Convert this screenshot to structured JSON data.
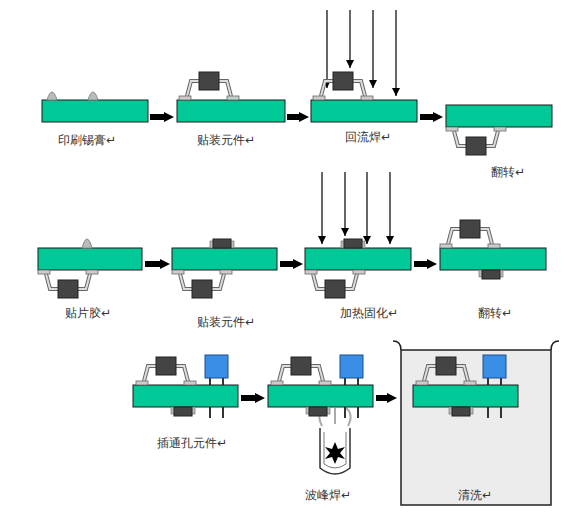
{
  "diagram": {
    "nodes": [
      {
        "text": [
          "印刷锡膏↵"
        ]
      },
      {
        "text": [
          "贴装元件↵"
        ]
      },
      {
        "text": [
          "回流焊↵"
        ]
      },
      {
        "text": [
          "翻转↵"
        ]
      },
      {
        "text": [
          "贴片胶↵"
        ]
      },
      {
        "text": [
          "贴装元件↵"
        ]
      },
      {
        "text": [
          "加热固化↵"
        ]
      },
      {
        "text": [
          "翻转↵"
        ]
      },
      {
        "text": [
          "插通孔元件↵"
        ]
      },
      {
        "text": [
          "波峰焊↵"
        ]
      },
      {
        "text": [
          "清洗↵"
        ]
      }
    ],
    "edges": [
      {
        "from": 0,
        "to": 1,
        "arrow": "to"
      },
      {
        "from": 1,
        "to": 2,
        "arrow": "to"
      },
      {
        "from": 2,
        "to": 3,
        "arrow": "to"
      },
      {
        "from": 4,
        "to": 5,
        "arrow": "to"
      },
      {
        "from": 5,
        "to": 6,
        "arrow": "to"
      },
      {
        "from": 6,
        "to": 7,
        "arrow": "to"
      },
      {
        "from": 8,
        "to": 9,
        "arrow": "to"
      },
      {
        "from": 9,
        "to": 10,
        "arrow": "to"
      }
    ]
  }
}
